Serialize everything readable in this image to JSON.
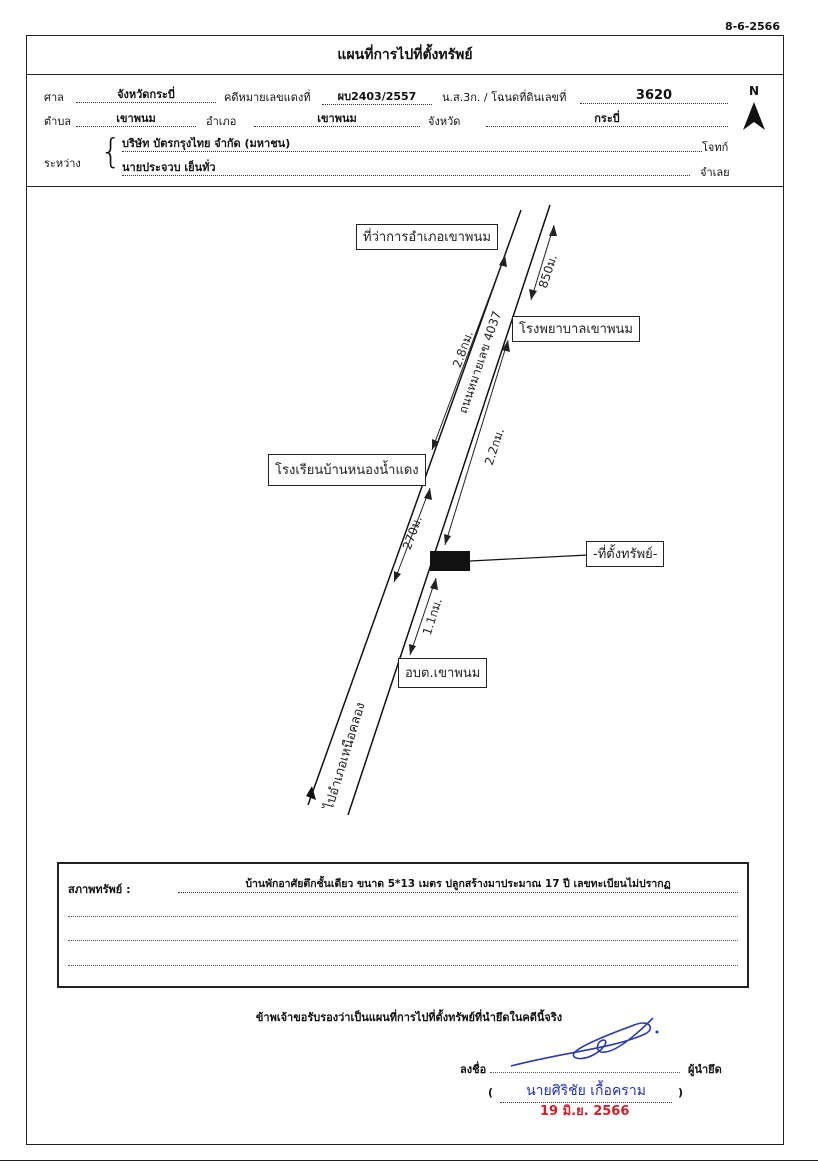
{
  "header": {
    "date": "8-6-2566",
    "title": "แผนที่การไปที่ตั้งทรัพย์"
  },
  "fields": {
    "court_label": "ศาล",
    "court_value": "จังหวัดกระบี่",
    "case_label": "คดีหมายเลขแดงที่",
    "case_value": "ผบ2403/2557",
    "deed_label": "น.ส.3ก. / โฉนดที่ดินเลขที่",
    "deed_value": "3620",
    "subdistrict_label": "ตำบล",
    "subdistrict_value": "เขาพนม",
    "district_label": "อำเภอ",
    "district_value": "เขาพนม",
    "province_label": "จังหวัด",
    "province_value": "กระบี่",
    "between_label": "ระหว่าง",
    "plaintiff": "บริษัท บัตรกรุงไทย จำกัด (มหาชน)",
    "plaintiff_role": "โจทก์",
    "defendant": "นายประจวบ เย็นทั่ว",
    "defendant_role": "จำเลย",
    "north": "N"
  },
  "map": {
    "district_office": "ที่ว่าการอำเภอเขาพนม",
    "hospital": "โรงพยาบาลเขาพนม",
    "school": "โรงเรียนบ้านหนองน้ำแดง",
    "location": "-ที่ตั้งทรัพย์-",
    "tambon_office": "อบต.เขาพนม",
    "road": "ถนนหมายเลข 4037",
    "to_direction": "ไปอำเภอเหนือคลอง",
    "dist_850": "850ม.",
    "dist_28": "2.8กม.",
    "dist_22": "2.2กม.",
    "dist_270": "270ม.",
    "dist_11": "1.1กม."
  },
  "condition": {
    "label": "สภาพทรัพย์ :",
    "text": "บ้านพักอาศัยตึกชั้นเดียว ขนาด 5*13 เมตร ปลูกสร้างมาประมาณ 17 ปี เลขทะเบียนไม่ปรากฏ"
  },
  "footer": {
    "certify": "ข้าพเจ้าขอรับรองว่าเป็นแผนที่การไปที่ตั้งทรัพย์ที่นำยึดในคดีนี้จริง",
    "sign_label": "ลงชื่อ",
    "seizer_role": "ผู้นำยึด",
    "open_paren": "(",
    "close_paren": ")",
    "name": "นายศิริชัย เกื้อคราม",
    "stamp_date": "19 มิ.ย. 2566"
  }
}
